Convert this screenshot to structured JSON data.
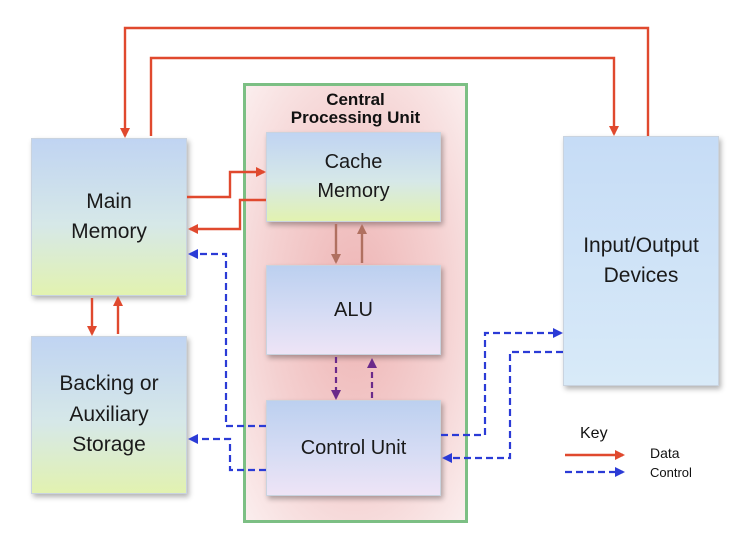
{
  "cpu": {
    "title": "Central\nProcessing Unit"
  },
  "boxes": {
    "main_memory": "Main\nMemory",
    "backing_storage": "Backing or\nAuxiliary\nStorage",
    "cache_memory": "Cache\nMemory",
    "alu": "ALU",
    "control_unit": "Control Unit",
    "io_devices": "Input/Output\nDevices"
  },
  "key": {
    "title": "Key",
    "data_label": "Data",
    "control_label": "Control"
  },
  "colors": {
    "data_arrow": "#e0492e",
    "control_arrow": "#2b3bd6",
    "alu_arrow_data": "#b07060",
    "alu_arrow_control": "#6a2a8a",
    "cpu_border": "#7cbf84"
  }
}
